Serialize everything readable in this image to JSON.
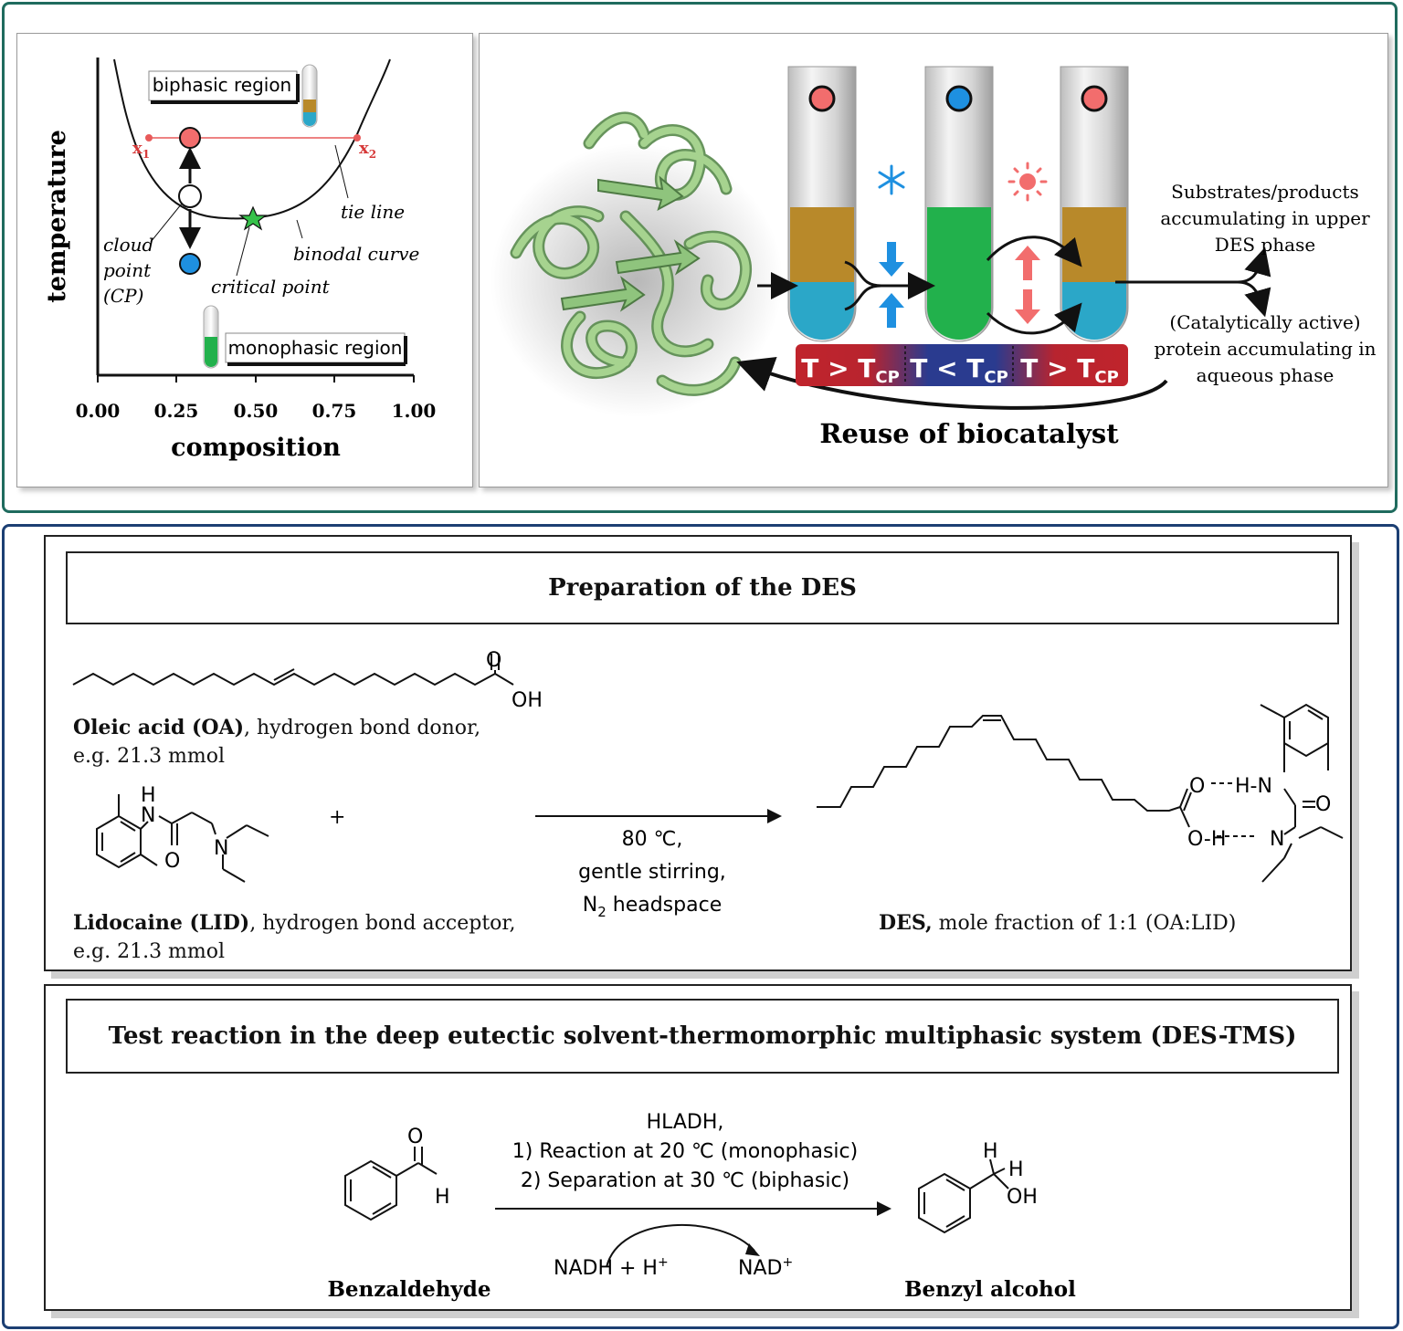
{
  "phase_diagram": {
    "ylabel": "temperature",
    "xlabel": "composition",
    "xticks": [
      "0.00",
      "0.25",
      "0.50",
      "0.75",
      "1.00"
    ],
    "biphasic_label": "biphasic region",
    "monophasic_label": "monophasic region",
    "x1_label": "x",
    "x1_sub": "1",
    "x2_label": "x",
    "x2_sub": "2",
    "tie_line": "tie line",
    "binodal_curve": "binodal curve",
    "cloud_point_1": "cloud",
    "cloud_point_2": "point",
    "cloud_point_3": "(CP)",
    "critical_point": "critical point",
    "colors": {
      "hot": "#f26d6d",
      "cold": "#1e90e0",
      "critical": "#36c24a",
      "tie": "#e85a5a"
    }
  },
  "cycle": {
    "temp_bar": [
      {
        "main": "T > T",
        "sub": "CP"
      },
      {
        "main": "T < T",
        "sub": "CP"
      },
      {
        "main": "T > T",
        "sub": "CP"
      }
    ],
    "reuse_label": "Reuse of biocatalyst",
    "upper_note": [
      "Substrates/products",
      "accumulating in upper",
      "DES phase"
    ],
    "lower_note": [
      "(Catalytically active)",
      "protein accumulating in",
      "aqueous phase"
    ],
    "colors": {
      "des_phase": "#b8892a",
      "aqueous": "#2ba7c8",
      "mono": "#22b14c",
      "protein": "#86b97a",
      "bar_red": "#c0242c",
      "bar_blue": "#2a3b8f"
    }
  },
  "prep": {
    "title": "Preparation of the DES",
    "oa_bold": "Oleic acid (OA)",
    "oa_rest": ", hydrogen bond donor,",
    "oa_amount": "e.g. 21.3 mmol",
    "lid_bold": "Lidocaine (LID)",
    "lid_rest": ", hydrogen bond acceptor,",
    "lid_amount": "e.g. 21.3 mmol",
    "plus": "+",
    "cond_1": "80 ℃,",
    "cond_2": "gentle stirring,",
    "cond_3a": "N",
    "cond_3sub": "2",
    "cond_3b": " headspace",
    "des_bold": "DES,",
    "des_rest": " mole fraction of 1:1 (OA:LID)",
    "atoms": {
      "O": "O",
      "OH": "OH",
      "H": "H",
      "N": "N",
      "O_H": "O-H",
      "H_N": "H-N"
    }
  },
  "test": {
    "title": "Test reaction in the deep eutectic solvent-thermomorphic multiphasic system (DES-TMS)",
    "cond_1": "HLADH,",
    "cond_2": "1) Reaction at 20 ℃  (monophasic)",
    "cond_3": "2) Separation at 30 ℃  (biphasic)",
    "nadh": "NADH + H",
    "nadh_sup": "+",
    "nad": "NAD",
    "nad_sup": "+",
    "reactant": "Benzaldehyde",
    "product": "Benzyl alcohol",
    "atoms": {
      "O": "O",
      "H": "H",
      "OH": "OH"
    }
  }
}
